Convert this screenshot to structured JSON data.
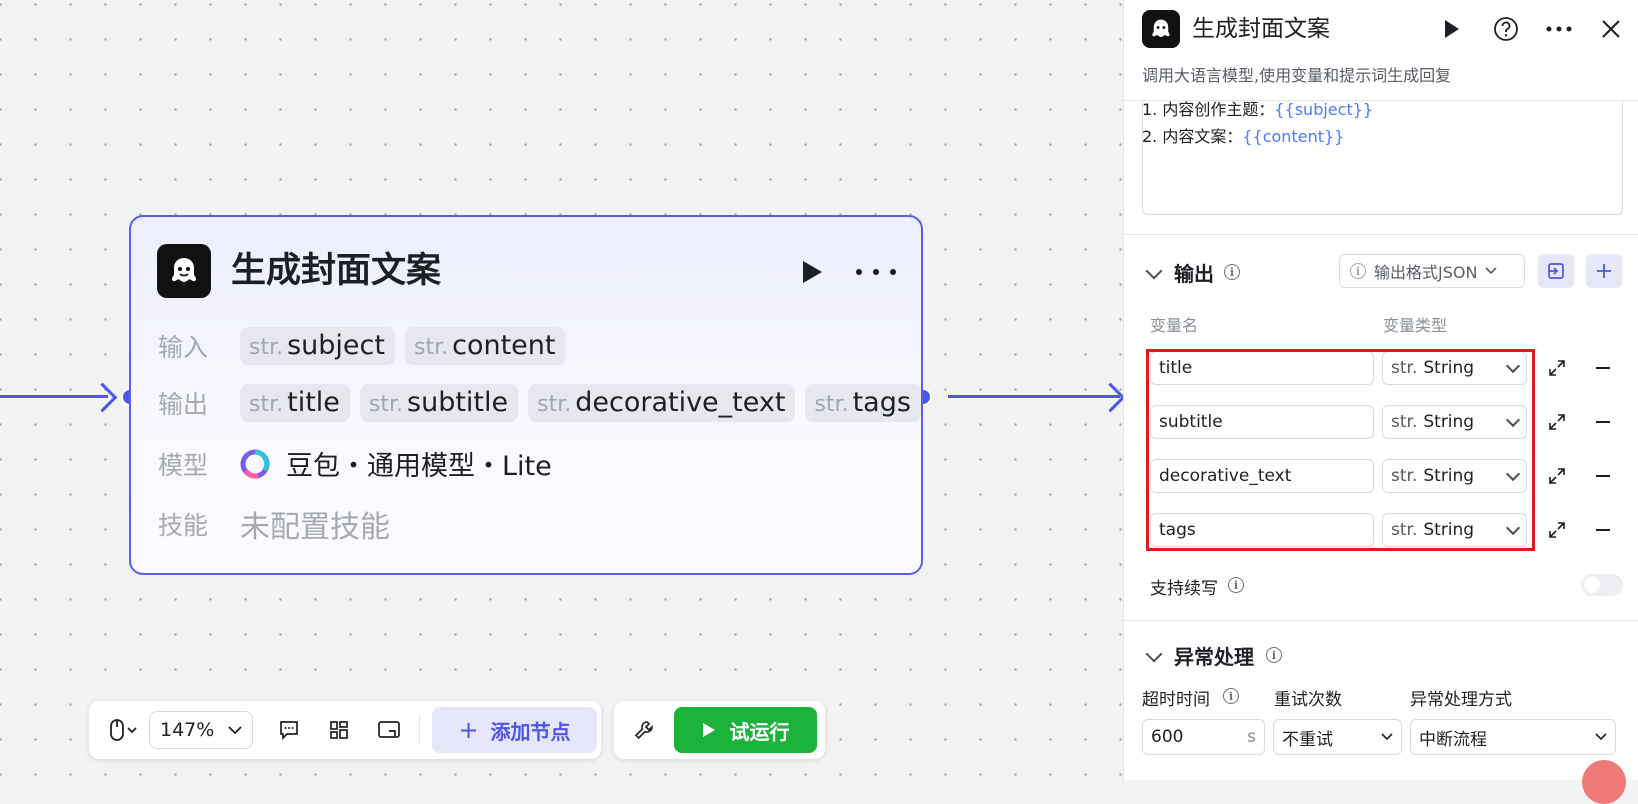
{
  "node": {
    "title": "生成封面文案",
    "input_label": "输入",
    "inputs": [
      {
        "type": "str.",
        "name": "subject"
      },
      {
        "type": "str.",
        "name": "content"
      }
    ],
    "output_label": "输出",
    "outputs": [
      {
        "type": "str.",
        "name": "title"
      },
      {
        "type": "str.",
        "name": "subtitle"
      },
      {
        "type": "str.",
        "name": "decorative_text"
      },
      {
        "type": "str.",
        "name": "tags"
      }
    ],
    "model_label": "模型",
    "model": "豆包・通用模型・Lite",
    "skill_label": "技能",
    "skill": "未配置技能"
  },
  "toolbar": {
    "zoom": "147%",
    "add_node": "添加节点",
    "run": "试运行"
  },
  "panel": {
    "title": "生成封面文案",
    "subtitle": "调用大语言模型,使用变量和提示词生成回复",
    "prompt_lines": [
      {
        "text": "1. 内容创作主题：",
        "var": "{{subject}}"
      },
      {
        "text": "2. 内容文案：",
        "var": "{{content}}"
      }
    ],
    "output_section": {
      "title": "输出",
      "format": "输出格式JSON",
      "col_name": "变量名",
      "col_type": "变量类型",
      "vars": [
        {
          "name": "title",
          "type_prefix": "str.",
          "type": "String"
        },
        {
          "name": "subtitle",
          "type_prefix": "str.",
          "type": "String"
        },
        {
          "name": "decorative_text",
          "type_prefix": "str.",
          "type": "String"
        },
        {
          "name": "tags",
          "type_prefix": "str.",
          "type": "String"
        }
      ],
      "continue_label": "支持续写"
    },
    "error_section": {
      "title": "异常处理",
      "timeout_label": "超时时间",
      "timeout_value": "600",
      "timeout_unit": "s",
      "retry_label": "重试次数",
      "retry_value": "不重试",
      "handling_label": "异常处理方式",
      "handling_value": "中断流程"
    }
  },
  "colors": {
    "accent": "#4f55e8",
    "run_green": "#1bb33a",
    "highlight_red": "#e01b1b",
    "variable_blue": "#4f78ff"
  }
}
